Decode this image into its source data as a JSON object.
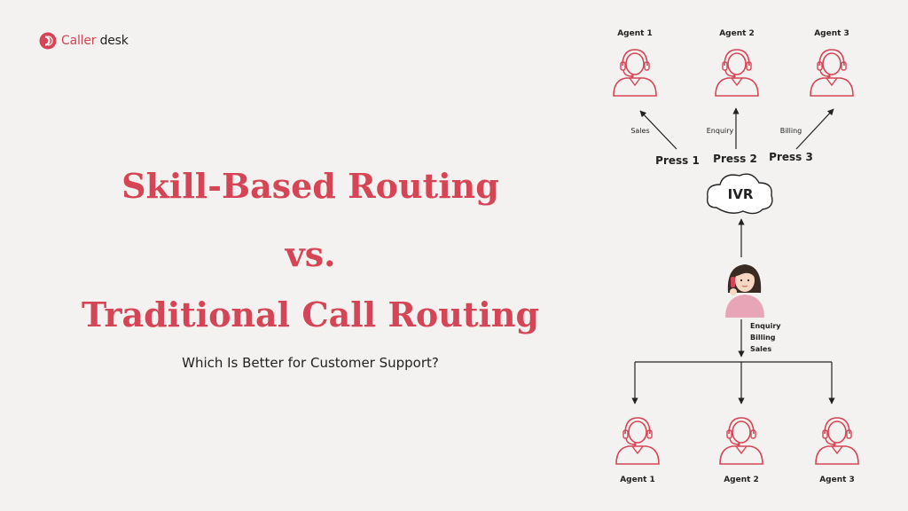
{
  "brand": {
    "name_part1": "Caller",
    "name_part2": "desk",
    "accent_color": "#d64555"
  },
  "headline": {
    "line1": "Skill-Based Routing",
    "line2": "vs.",
    "line3": "Traditional Call Routing",
    "subtitle": "Which Is Better for Customer Support?"
  },
  "skill_routing": {
    "agents": [
      "Agent 1",
      "Agent 2",
      "Agent 3"
    ],
    "departments": [
      "Sales",
      "Enquiry",
      "Billing"
    ],
    "press_options": [
      "Press 1",
      "Press 2",
      "Press 3"
    ],
    "ivr_label": "IVR"
  },
  "traditional_routing": {
    "call_topics": [
      "Enquiry",
      "Billing",
      "Sales"
    ],
    "agents": [
      "Agent 1",
      "Agent 2",
      "Agent 3"
    ]
  },
  "icons": [
    "agent-headset-icon",
    "caller-woman-icon",
    "ivr-cloud-icon",
    "callerdesk-logo-icon"
  ],
  "colors": {
    "icon_stroke": "#d64555",
    "line": "#222222",
    "background": "#f3f2f1"
  }
}
